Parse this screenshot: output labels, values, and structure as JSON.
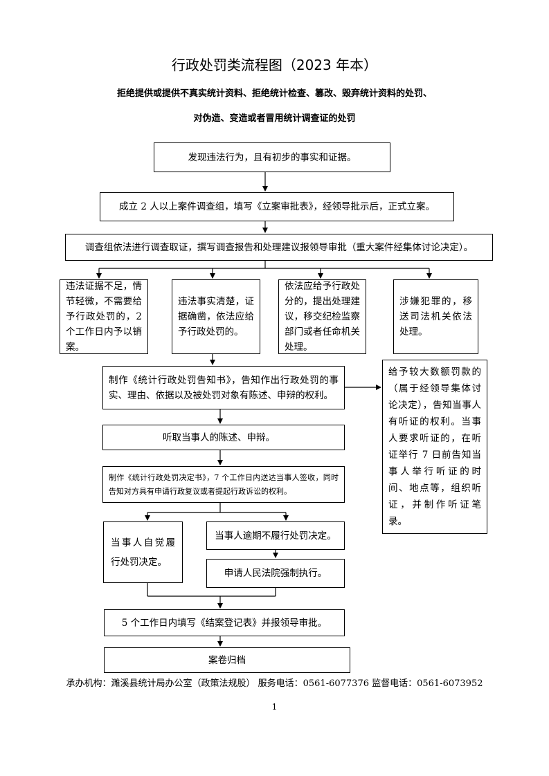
{
  "title": "行政处罚类流程图（2023 年本）",
  "subtitle_line1": "拒绝提供或提供不真实统计资料、拒绝统计检查、篡改、毁弃统计资料的处罚、",
  "subtitle_line2": "对伪造、变造或者冒用统计调查证的处罚",
  "steps": {
    "discover": "发现违法行为，且有初步的事实和证据。",
    "file_case": "成立 2 人以上案件调查组，填写《立案审批表》，经领导批示后，正式立案。",
    "investigate": "调查组依法进行调查取证，撰写调查报告和处理建议报领导审批（重大案件经集体讨论决定）。",
    "branch_cancel": "违法证据不足，情节轻微，不需要给予行政处罚的，2 个工作日内予以销案。",
    "branch_penalty": "违法事实清楚，证据确凿，依法应给予行政处罚的。",
    "branch_discipline": "依法应给予行政处分的，提出处理建议，移交纪检监察部门或者任命机关处理。",
    "branch_judicial": "涉嫌犯罪的，移送司法机关依法处理。",
    "notice": "制作《统计行政处罚告知书》，告知作出行政处罚的事实、理由、依据以及被处罚对象有陈述、申辩的权利。",
    "hearing_side": "给予较大数额罚款的（属于经领导集体讨论决定），告知当事人有听证的权利。当事人要求听证的，在听证举行 7 日前告知当事人举行听证的时间、地点等，组织听证，并制作听证笔录。",
    "listen": "听取当事人的陈述、申辩。",
    "decision": "制作《统计行政处罚决定书》，7 个工作日内送达当事人签收，同时告知对方具有申请行政复议或者提起行政诉讼的权利。",
    "comply": "当事人自觉履行处罚决定。",
    "overdue": "当事人逾期不履行处罚决定。",
    "enforce": "申请人民法院强制执行。",
    "close": "5 个工作日内填写《结案登记表》并报领导审批。",
    "archive": "案卷归档"
  },
  "footer": "承办机构：濉溪县统计局办公室（政策法规股）  服务电话：0561-6077376   监督电话：0561-6073952",
  "page_number": "1"
}
